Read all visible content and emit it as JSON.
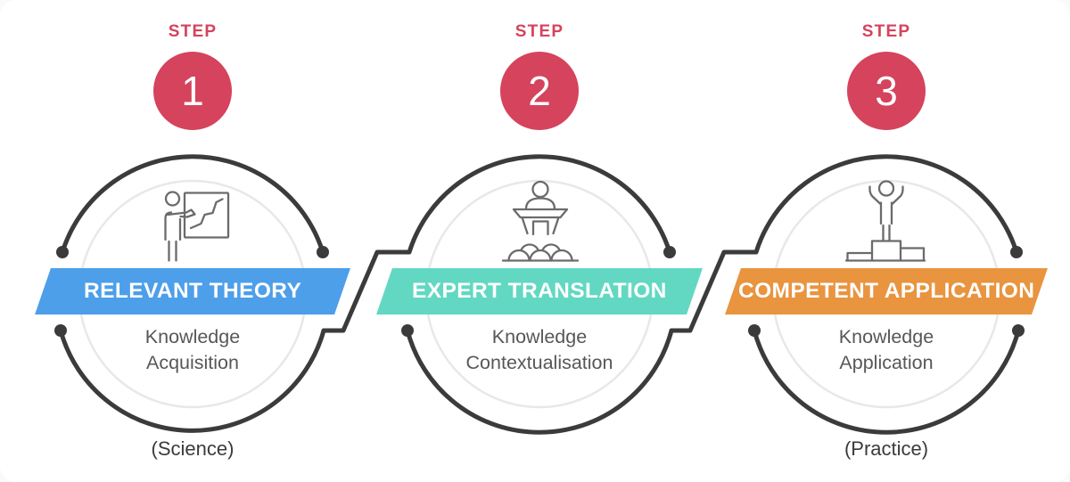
{
  "colors": {
    "step_red": "#d5435c",
    "banner_blue": "#4d9fe9",
    "banner_teal": "#62d8c2",
    "banner_orange": "#e9943f",
    "arc_dark": "#3b3b3b",
    "inner_ring_gray": "#e8e8e8",
    "icon_gray": "#6b6b6b",
    "subtitle_gray": "#575757"
  },
  "steps": [
    {
      "step_label": "STEP",
      "number": "1",
      "banner": "RELEVANT THEORY",
      "banner_color": "#4d9fe9",
      "subtitle": [
        "Knowledge",
        "Acquisition"
      ],
      "caption": "(Science)",
      "icon": "presenter-whiteboard-icon"
    },
    {
      "step_label": "STEP",
      "number": "2",
      "banner": "EXPERT TRANSLATION",
      "banner_color": "#62d8c2",
      "subtitle": [
        "Knowledge",
        "Contextualisation"
      ],
      "icon": "lecturer-audience-icon"
    },
    {
      "step_label": "STEP",
      "number": "3",
      "banner": "COMPETENT APPLICATION",
      "banner_color": "#e9943f",
      "subtitle": [
        "Knowledge",
        "Application"
      ],
      "caption": "(Practice)",
      "icon": "winner-podium-icon"
    }
  ]
}
